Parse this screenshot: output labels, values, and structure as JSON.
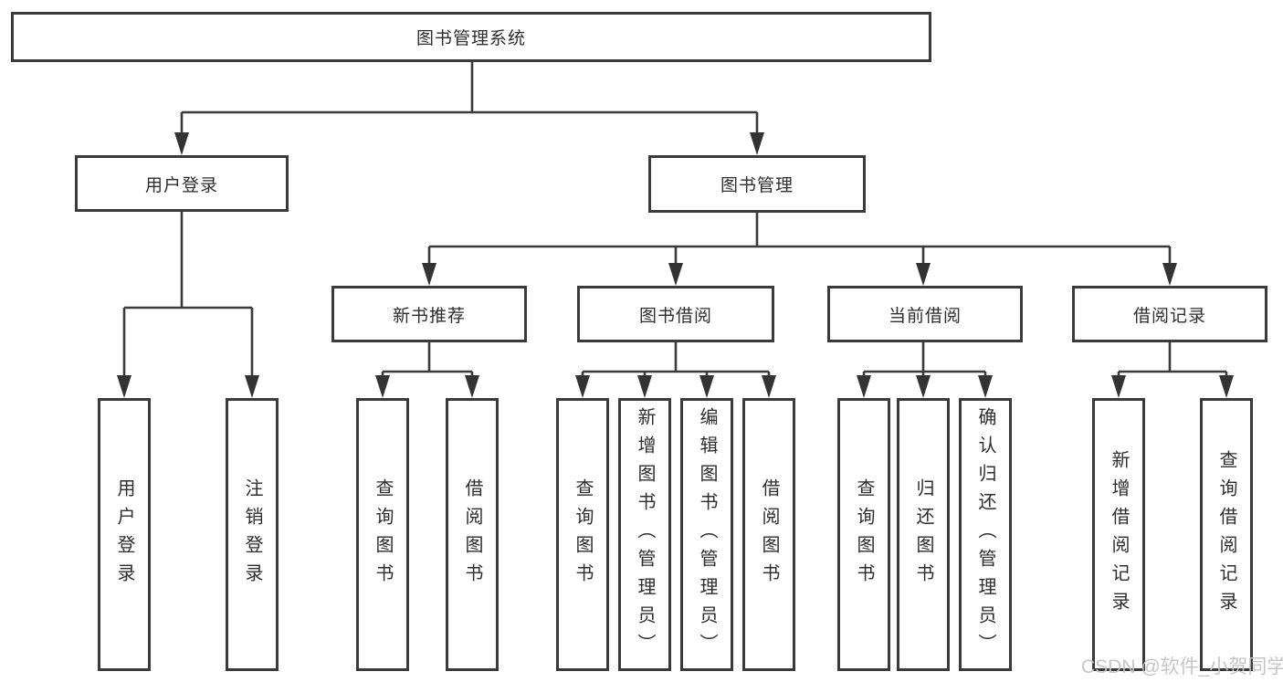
{
  "root": {
    "label": "图书管理系统"
  },
  "user_login": {
    "label": "用户登录",
    "children": [
      {
        "label": "用户登录"
      },
      {
        "label": "注销登录"
      }
    ]
  },
  "book_mgmt": {
    "label": "图书管理",
    "sections": [
      {
        "label": "新书推荐",
        "children": [
          {
            "label": "查询图书"
          },
          {
            "label": "借阅图书"
          }
        ]
      },
      {
        "label": "图书借阅",
        "children": [
          {
            "label": "查询图书"
          },
          {
            "label": "新增图书（管理员）"
          },
          {
            "label": "编辑图书（管理员）"
          },
          {
            "label": "借阅图书"
          }
        ]
      },
      {
        "label": "当前借阅",
        "children": [
          {
            "label": "查询图书"
          },
          {
            "label": "归还图书"
          },
          {
            "label": "确认归还（管理员）"
          }
        ]
      },
      {
        "label": "借阅记录",
        "children": [
          {
            "label": "新增借阅记录"
          },
          {
            "label": "查询借阅记录"
          }
        ]
      }
    ]
  },
  "watermark": {
    "text": "CSDN @软件_小贺同学"
  },
  "colors": {
    "line": "#3a3a3a",
    "border": "#3a3a3a",
    "text": "#2d2d2d",
    "background": "#ffffff",
    "watermark": "#c3c3c3"
  }
}
